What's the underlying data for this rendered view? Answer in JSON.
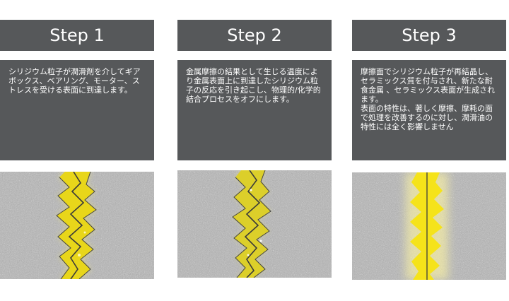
{
  "steps": [
    {
      "title": "Step 1",
      "text": "シリジウム粒子が潤滑剤を介してギアボックス、ベアリング、モーター、ストレスを受ける表面に到達します。",
      "state": "jagged-separate"
    },
    {
      "title": "Step 2",
      "text": "金属摩擦の結果として生じる温度により金属表面上に到達したシリジウム粒子の反応を引き起こし、物理的/化学的結合プロセスをオフにします。",
      "state": "jagged-glowing"
    },
    {
      "title": "Step 3",
      "text": "摩擦面でシリジウム粒子が再結晶し、セラミックス質を付与され、新たな耐食金属 、セラミックス表面が生成されます。\n表面の特性は、著しく摩擦、摩耗の面で処理を改善するのに対し、潤滑油の特性には全く影響しません",
      "state": "smoothed"
    }
  ],
  "colors": {
    "panel": "#56585a",
    "panel_text": "#ffffff",
    "metal": "#a9a9a9",
    "particle": "#f2e21a"
  }
}
